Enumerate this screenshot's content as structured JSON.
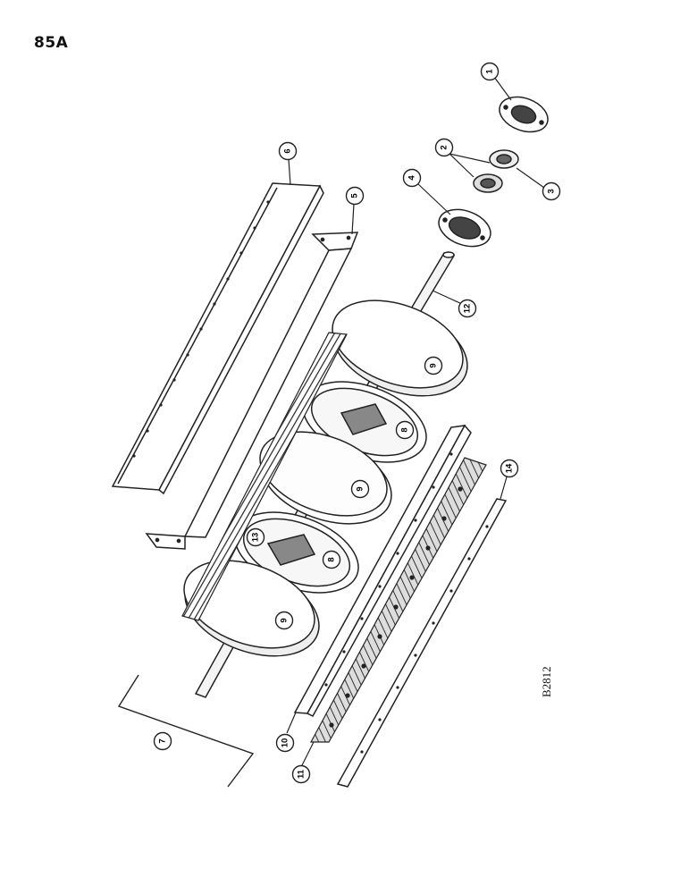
{
  "page": {
    "number": "85A",
    "drawing_ref": "B2812"
  },
  "callouts": [
    "1",
    "2",
    "3",
    "4",
    "5",
    "6",
    "7",
    "8",
    "8",
    "9",
    "9",
    "9",
    "10",
    "11",
    "12",
    "13",
    "14"
  ]
}
